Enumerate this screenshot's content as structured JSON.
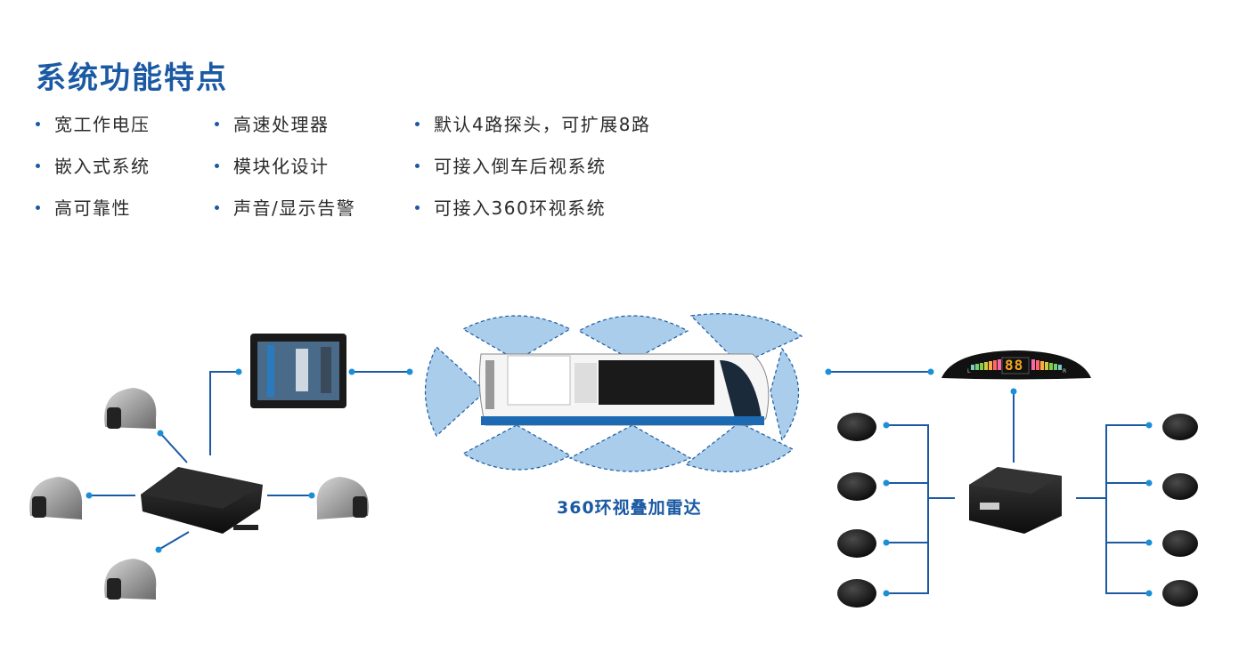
{
  "title": "系统功能特点",
  "features": [
    [
      "宽工作电压",
      "嵌入式系统",
      "高可靠性"
    ],
    [
      "高速处理器",
      "模块化设计",
      "声音/显示告警"
    ],
    [
      "默认4路探头，可扩展8路",
      "可接入倒车后视系统",
      "可接入360环视系统"
    ]
  ],
  "diagram": {
    "caption": "360环视叠加雷达",
    "display_digits": "88",
    "display_left": "L",
    "display_right": "R",
    "line_color": "#1b5aa3",
    "zone_color": "#a9cdea"
  }
}
